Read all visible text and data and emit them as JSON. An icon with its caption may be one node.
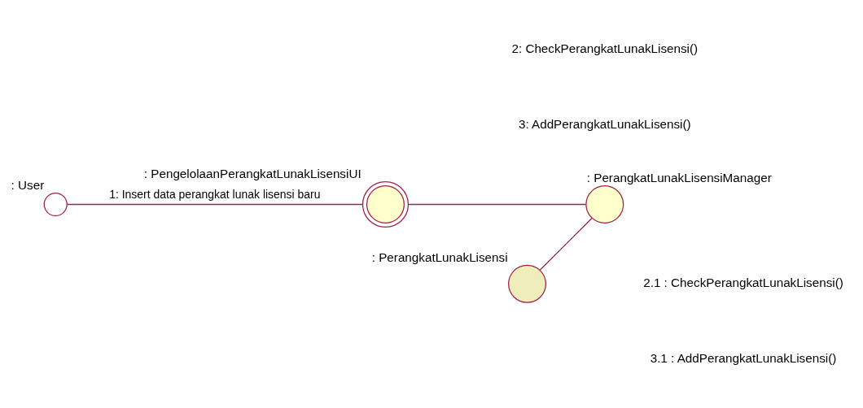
{
  "diagram": {
    "nodes": [
      {
        "text": [
          ": User"
        ]
      },
      {
        "text": [
          ": PengelolaanPerangkatLunakLisensiUI"
        ]
      },
      {
        "text": [
          ": PerangkatLunakLisensiManager"
        ]
      },
      {
        "text": [
          ": PerangkatLunakLisensi"
        ]
      }
    ],
    "edges": [
      {
        "from": 0,
        "to": 1,
        "arrow": "none",
        "label": "1: Insert data perangkat lunak lisensi baru"
      },
      {
        "from": 1,
        "to": 2,
        "arrow": "none"
      },
      {
        "from": 2,
        "to": 3,
        "arrow": "none"
      }
    ],
    "labels": [
      "2: CheckPerangkatLunakLisensi()",
      "3: AddPerangkatLunakLisensi()",
      "2.1 : CheckPerangkatLunakLisensi()",
      "3.1 : AddPerangkatLunakLisensi()"
    ]
  }
}
